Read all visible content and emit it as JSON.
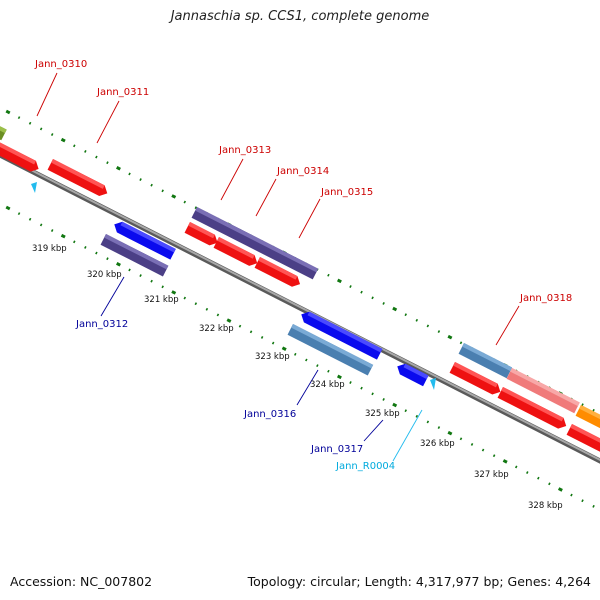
{
  "title": "Jannaschia sp. CCS1, complete genome",
  "footer": {
    "accession": "Accession: NC_007802",
    "summary": "Topology: circular; Length: 4,317,977 bp; Genes: 4,264"
  },
  "colors": {
    "forward_label": "#cc0000",
    "reverse_label": "#000099",
    "rna_label": "#00aadd",
    "dot_track": "#117711",
    "backbone": "#8a8a8a"
  },
  "tick_labels": [
    "319 kbp",
    "320 kbp",
    "321 kbp",
    "322 kbp",
    "323 kbp",
    "324 kbp",
    "325 kbp",
    "326 kbp",
    "327 kbp",
    "328 kbp"
  ],
  "gene_labels": [
    {
      "text": "Jann_0310",
      "strand": "forward"
    },
    {
      "text": "Jann_0311",
      "strand": "forward"
    },
    {
      "text": "Jann_0313",
      "strand": "forward"
    },
    {
      "text": "Jann_0314",
      "strand": "forward"
    },
    {
      "text": "Jann_0315",
      "strand": "forward"
    },
    {
      "text": "Jann_0318",
      "strand": "forward"
    },
    {
      "text": "Jann_0312",
      "strand": "reverse"
    },
    {
      "text": "Jann_0316",
      "strand": "reverse"
    },
    {
      "text": "Jann_0317",
      "strand": "reverse"
    },
    {
      "text": "Jann_R0004",
      "strand": "rna"
    }
  ]
}
